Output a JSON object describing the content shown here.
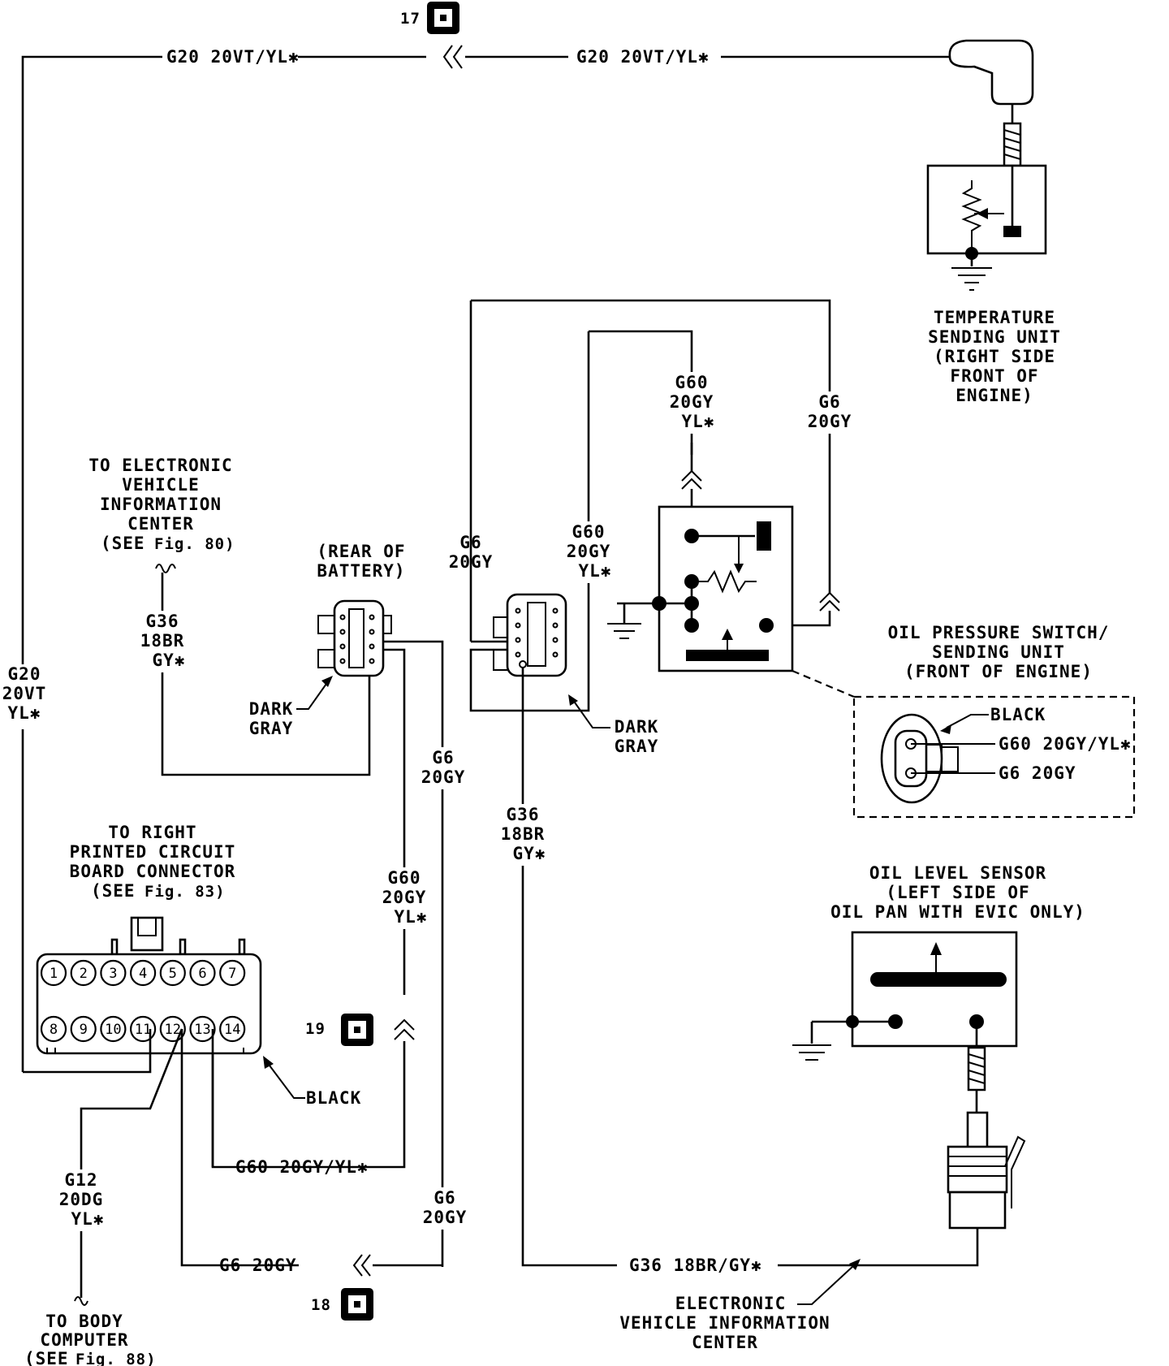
{
  "labels": {
    "top_left_wire": "G20 20VT/YL✱",
    "top_right_wire": "G20 20VT/YL✱",
    "left_vertical_1": "G20",
    "left_vertical_2": "20VT",
    "left_vertical_3": "YL✱",
    "evic_note_1": "TO ELECTRONIC",
    "evic_note_2": "VEHICLE",
    "evic_note_3": "INFORMATION",
    "evic_note_4": "CENTER",
    "evic_note_5": "(SEE",
    "evic_note_5_fig": "Fig. 80)",
    "g36_left_1": "G36",
    "g36_left_2": "18BR",
    "g36_left_3": "GY✱",
    "rear_battery_1": "(REAR OF",
    "rear_battery_2": "BATTERY)",
    "dark_gray_left_1": "DARK",
    "dark_gray_left_2": "GRAY",
    "g6_upper_mid_1": "G6",
    "g6_upper_mid_2": "20GY",
    "g60_vert_mid_1": "G60",
    "g60_vert_mid_2": "20GY",
    "g60_vert_mid_3": "YL✱",
    "g6_conn_top_1": "G6",
    "g6_conn_top_2": "20GY",
    "g60_conn_top_1": "G60",
    "g60_conn_top_2": "20GY",
    "g60_conn_top_3": "YL✱",
    "g60_switch_1": "G60",
    "g60_switch_2": "20GY",
    "g60_switch_3": "YL✱",
    "g6_switch_1": "G6",
    "g6_switch_2": "20GY",
    "dark_gray_right_1": "DARK",
    "dark_gray_right_2": "GRAY",
    "g36_mid_1": "G36",
    "g36_mid_2": "18BR",
    "g36_mid_3": "GY✱",
    "temp_unit_1": "TEMPERATURE",
    "temp_unit_2": "SENDING UNIT",
    "temp_unit_3": "(RIGHT SIDE",
    "temp_unit_4": "FRONT OF",
    "temp_unit_5": "ENGINE)",
    "oil_pressure_1": "OIL PRESSURE SWITCH/",
    "oil_pressure_2": "SENDING UNIT",
    "oil_pressure_3": "(FRONT OF ENGINE)",
    "inset_black": "BLACK",
    "inset_g60": "G60 20GY/YL✱",
    "inset_g6": "G6 20GY",
    "oil_level_1": "OIL LEVEL SENSOR",
    "oil_level_2": "(LEFT SIDE OF",
    "oil_level_3": "OIL PAN WITH EVIC ONLY)",
    "pcb_1": "TO RIGHT",
    "pcb_2": "PRINTED CIRCUIT",
    "pcb_3": "BOARD CONNECTOR",
    "pcb_4": "(SEE",
    "pcb_4_fig": "Fig. 83)",
    "pcb_black": "BLACK",
    "g60_bottom": "G60 20GY/YL✱",
    "g6_bottom_right_1": "G6",
    "g6_bottom_right_2": "20GY",
    "g6_bottom": "G6 20GY",
    "g12_1": "G12",
    "g12_2": "20DG",
    "g12_3": "YL✱",
    "body_computer_1": "TO BODY",
    "body_computer_2": "COMPUTER",
    "body_computer_3": "(SEE",
    "body_computer_3_fig": "Fig. 88)",
    "g36_bottom": "G36 18BR/GY✱",
    "evic_bottom_1": "ELECTRONIC",
    "evic_bottom_2": "VEHICLE INFORMATION",
    "evic_bottom_3": "CENTER"
  },
  "splice_refs": {
    "ref_17": "17",
    "ref_18": "18",
    "ref_19": "19"
  },
  "pins": [
    "1",
    "2",
    "3",
    "4",
    "5",
    "6",
    "7",
    "8",
    "9",
    "10",
    "11",
    "12",
    "13",
    "14"
  ]
}
